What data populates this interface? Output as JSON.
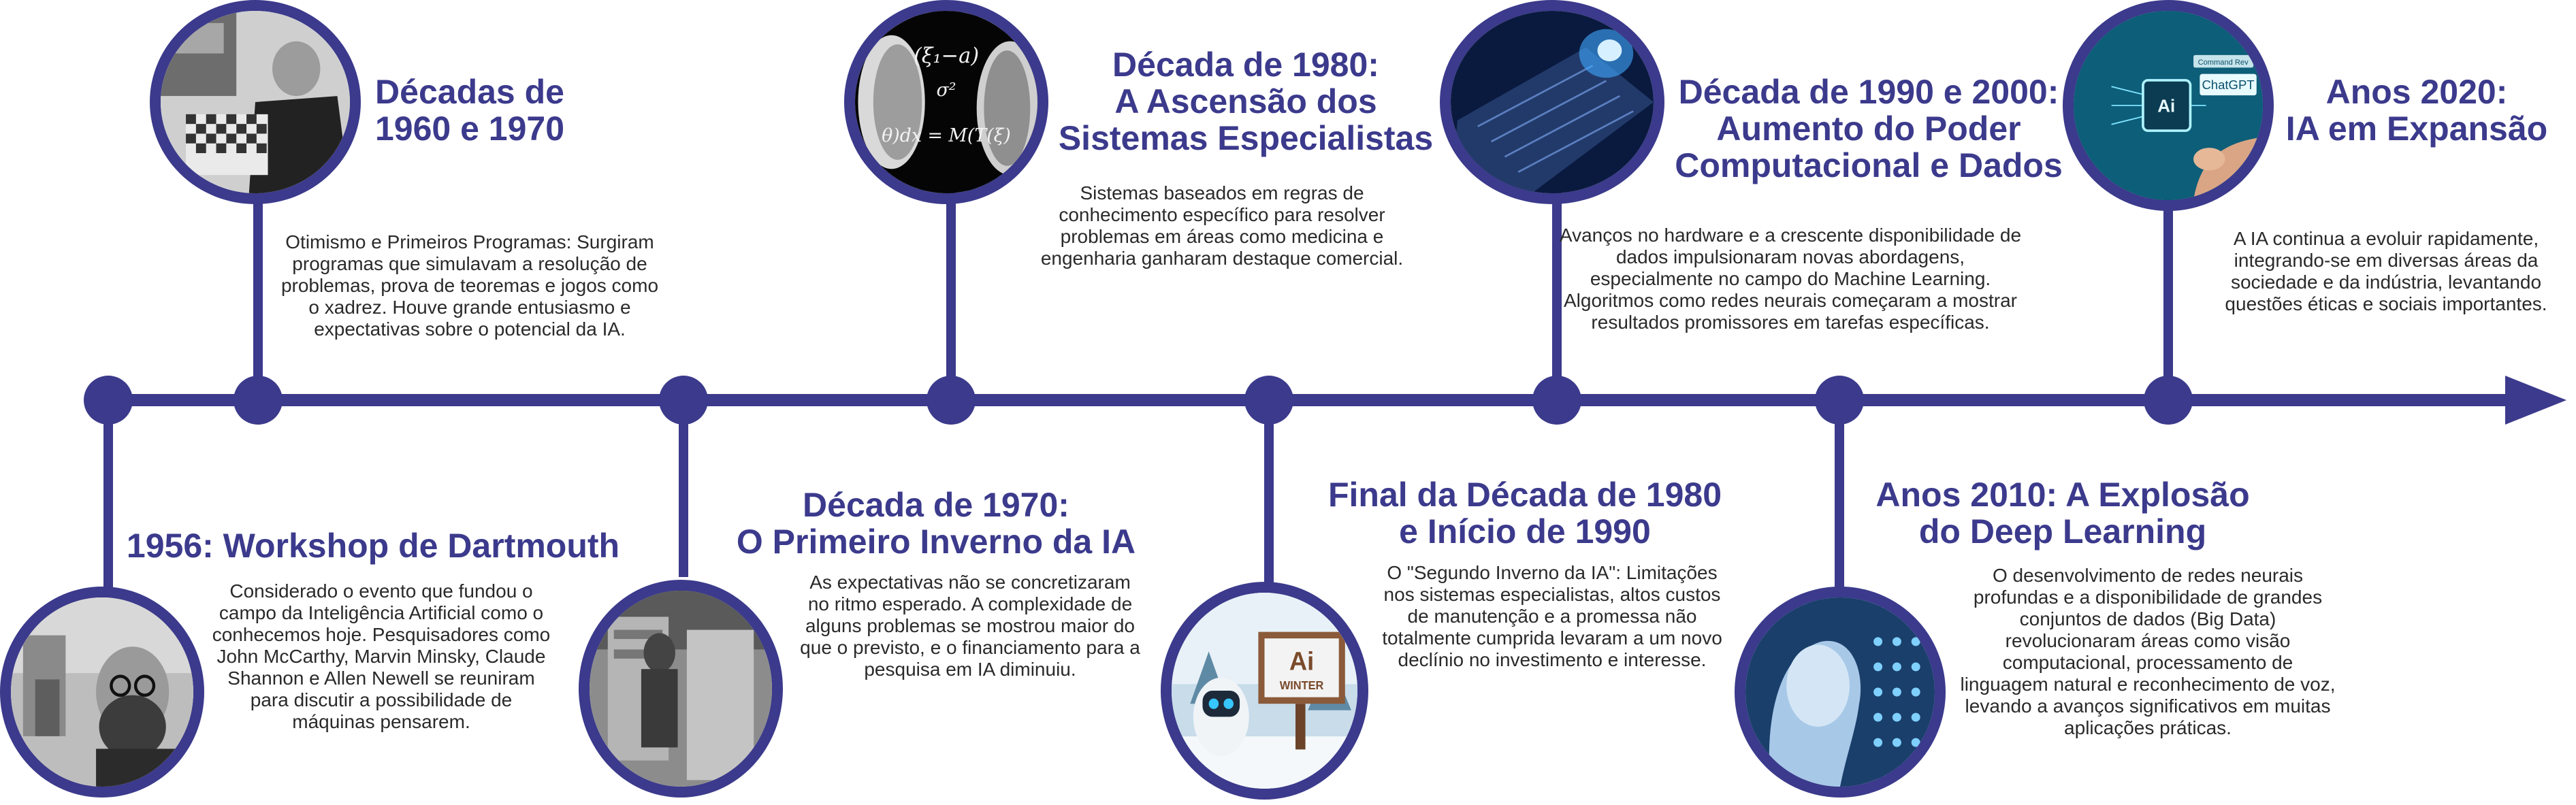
{
  "colors": {
    "accent": "#3b3a8c",
    "text": "#2a2a2a",
    "background": "#ffffff"
  },
  "events": [
    {
      "title": [
        "1956: Workshop de Dartmouth"
      ],
      "description": [
        "Considerado o evento que fundou o",
        "campo da Inteligência Artificial como o",
        "conhecemos hoje. Pesquisadores como",
        "John McCarthy, Marvin Minsky, Claude",
        "Shannon e Allen Newell se reuniram",
        "para discutir a possibilidade de",
        "máquinas pensarem."
      ]
    },
    {
      "title": [
        "Décadas de",
        "1960 e 1970"
      ],
      "description": [
        "Otimismo e Primeiros Programas: Surgiram",
        "programas que simulavam a resolução de",
        "problemas, prova de teoremas e jogos como",
        "o xadrez. Houve grande entusiasmo e",
        "expectativas sobre o potencial da IA."
      ]
    },
    {
      "title": [
        "Década de 1970:",
        "O Primeiro Inverno da IA"
      ],
      "description": [
        "As expectativas não se concretizaram",
        "no ritmo esperado. A complexidade de",
        "alguns problemas se mostrou maior do",
        "que o previsto, e o financiamento para a",
        "pesquisa em IA diminuiu."
      ]
    },
    {
      "title": [
        "Década de 1980:",
        "A Ascensão dos",
        "Sistemas Especialistas"
      ],
      "description": [
        "Sistemas baseados em regras de",
        "conhecimento específico para resolver",
        "problemas em áreas como medicina e",
        "engenharia ganharam destaque comercial."
      ]
    },
    {
      "title": [
        "Final da Década de 1980",
        "e Início de 1990"
      ],
      "description": [
        "O \"Segundo Inverno da IA\": Limitações",
        "nos sistemas especialistas, altos custos",
        "de manutenção e a promessa não",
        "totalmente cumprida levaram a um novo",
        "declínio no investimento e interesse."
      ]
    },
    {
      "title": [
        "Década de 1990 e 2000:",
        "Aumento do Poder",
        "Computacional e Dados"
      ],
      "description": [
        "Avanços no hardware e a crescente disponibilidade de",
        "dados impulsionaram novas abordagens,",
        "especialmente no campo do Machine Learning.",
        "Algoritmos como redes neurais começaram a mostrar",
        "resultados promissores em tarefas específicas."
      ]
    },
    {
      "title": [
        "Anos 2010: A Explosão",
        "do Deep Learning"
      ],
      "description": [
        "O desenvolvimento de redes neurais",
        "profundas e a disponibilidade de grandes",
        "conjuntos de dados (Big Data)",
        "revolucionaram áreas como visão",
        "computacional, processamento de",
        "linguagem natural e reconhecimento de voz,",
        "levando a avanços significativos em muitas",
        "aplicações práticas."
      ]
    },
    {
      "title": [
        "Anos 2020:",
        "IA em Expansão"
      ],
      "description": [
        "A IA continua a evoluir rapidamente,",
        "integrando-se em diversas áreas da",
        "sociedade e da indústria, levantando",
        "questões éticas e sociais importantes."
      ]
    }
  ],
  "image_labels": {
    "winter_sign": [
      "Ai",
      "WINTER"
    ],
    "formula": [
      "(ξ₁−a)",
      "σ²",
      "θ)dx = M(T(ξ)"
    ],
    "chat_bubble": "ChatGPT",
    "command_bubble": "Command Rev",
    "chip": "Ai"
  }
}
